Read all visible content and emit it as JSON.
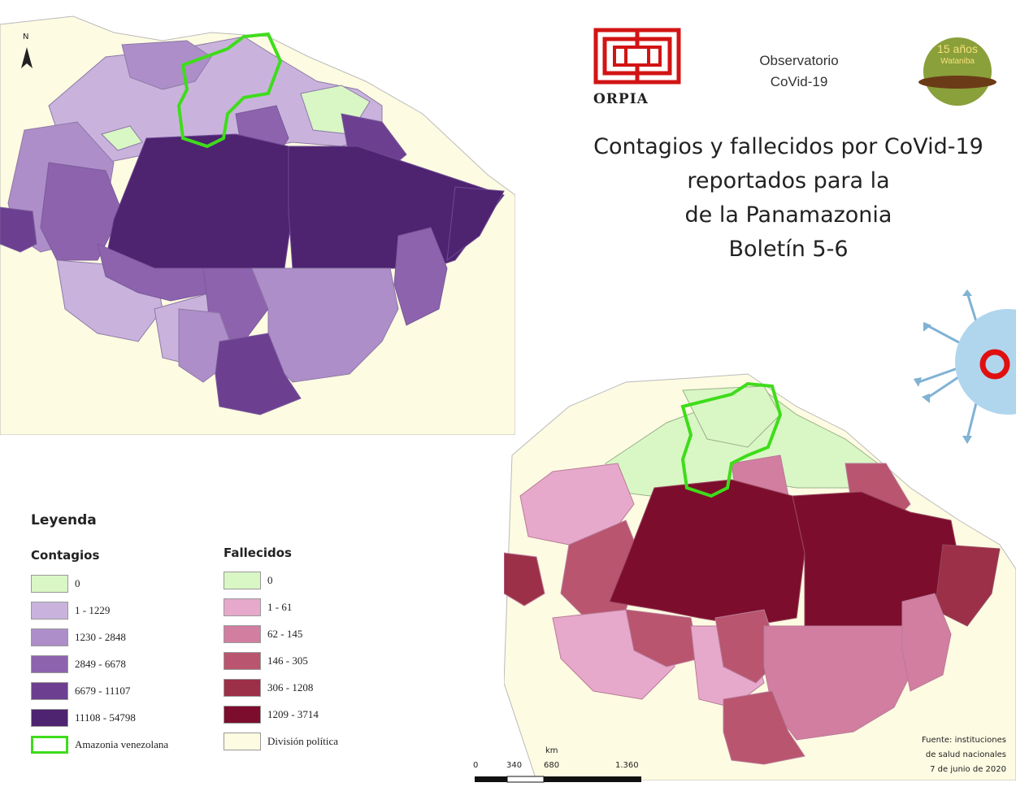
{
  "north_label": "N",
  "header": {
    "logo_left_text": "ORPIA",
    "observatorio_line1": "Observatorio",
    "observatorio_line2": "CoVid-19",
    "badge_line1": "15 años",
    "badge_line2": "Wataniba"
  },
  "title": {
    "line1": "Contagios y fallecidos por CoVid-19",
    "line2": "reportados para la",
    "line3": "de la Panamazonia",
    "line4": "Boletín 5-6"
  },
  "legend": {
    "title": "Leyenda",
    "contagios": {
      "heading": "Contagios",
      "items": [
        {
          "label": "0",
          "color": "#d9f7c5"
        },
        {
          "label": "1 - 1229",
          "color": "#c9b3dd"
        },
        {
          "label": "1230 - 2848",
          "color": "#ad8ec9"
        },
        {
          "label": "2849 - 6678",
          "color": "#8d63ae"
        },
        {
          "label": "6679 - 11107",
          "color": "#6c3f91"
        },
        {
          "label": "11108 - 54798",
          "color": "#4e2370"
        }
      ],
      "outline_label": "Amazonia venezolana",
      "outline_color": "#3fdc1b"
    },
    "fallecidos": {
      "heading": "Fallecidos",
      "items": [
        {
          "label": "0",
          "color": "#d9f7c5"
        },
        {
          "label": "1 - 61",
          "color": "#e7a9cb"
        },
        {
          "label": "62 - 145",
          "color": "#d27ea1"
        },
        {
          "label": "146 - 305",
          "color": "#b9556f"
        },
        {
          "label": "306 - 1208",
          "color": "#9c3048"
        },
        {
          "label": "1209 - 3714",
          "color": "#7c0d2d"
        }
      ],
      "politica_label": "División política",
      "politica_color": "#fdfbe2"
    }
  },
  "scale": {
    "unit": "km",
    "ticks": [
      "0",
      "340",
      "680",
      "1.360"
    ]
  },
  "source": {
    "line1": "Fuente: instituciones",
    "line2": "de salud nacionales",
    "line3": "7 de junio de 2020"
  }
}
